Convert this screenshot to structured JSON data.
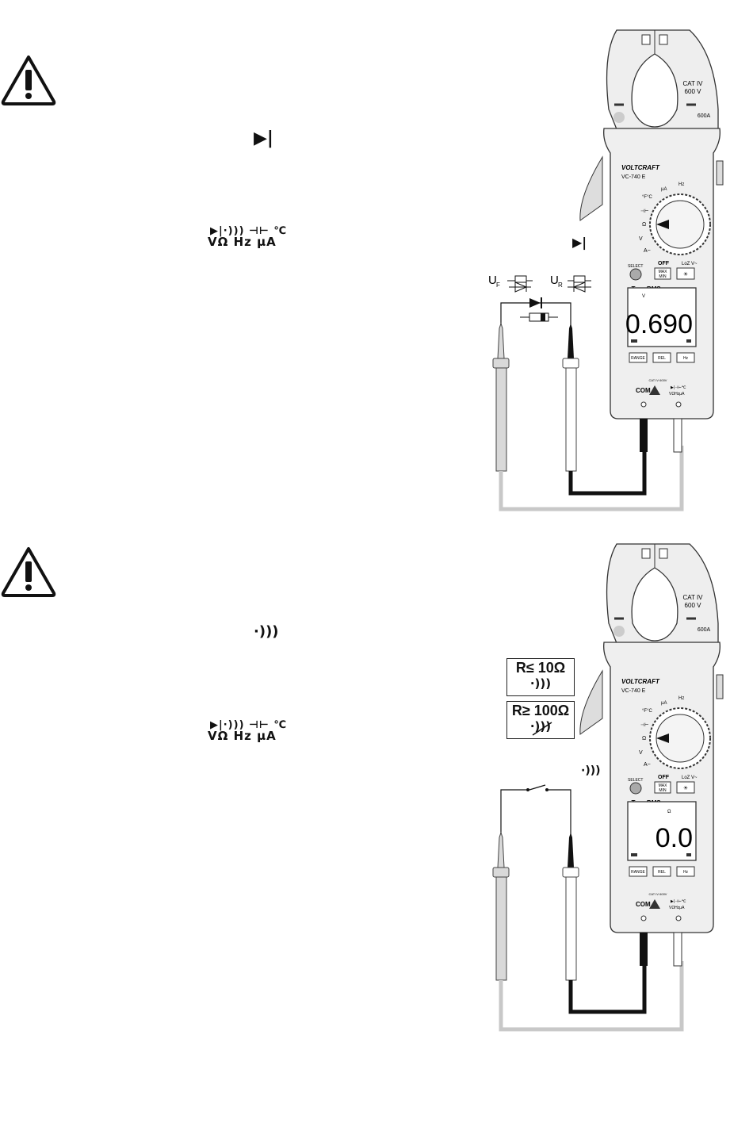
{
  "section1": {
    "diode_symbol": "▶|",
    "jack_symbols_row1": "▶|·))) ⊣⊢ ℃",
    "jack_symbols_row2": "VΩ Hz µA",
    "dial_diode_symbol": "▶|",
    "forward_label": "U",
    "forward_sub": "F",
    "reverse_label": "U",
    "reverse_sub": "R",
    "meter": {
      "cat_line1": "CAT IV",
      "cat_line2": "600 V",
      "rating": "600A",
      "brand": "VOLTCRAFT",
      "model": "VC-740 E",
      "dial_labels": {
        "ua": "µA",
        "hz": "Hz",
        "temp": "°F°C",
        "cap": "⊣⊢",
        "ohm": "Ω",
        "v": "V",
        "a": "A~",
        "off": "OFF",
        "lozv": "LoZ V~"
      },
      "select_label": "SELECT",
      "maxmin_label_1": "MAX",
      "maxmin_label_2": "MIN",
      "light_label": "☀",
      "true_rms": "True RMS",
      "display_unit": "V",
      "display_value": "0.690",
      "range_label": "RANGE",
      "rel_label": "REL",
      "hz_label": "Hz",
      "jack_cat": "CAT IV 600V",
      "com_label": "COM",
      "jack_right_row1": "▶|⊣⊢℃",
      "jack_right_row2": "VΩHzµA"
    }
  },
  "section2": {
    "continuity_symbol": "·)))",
    "jack_symbols_row1": "▶|·))) ⊣⊢ ℃",
    "jack_symbols_row2": "VΩ Hz µA",
    "dial_continuity_symbol": "·)))",
    "good_box_line1": "R≤ 10Ω",
    "good_box_line2": "·)))",
    "bad_box_line1": "R≥ 100Ω",
    "bad_box_line2": "·)))",
    "meter": {
      "cat_line1": "CAT IV",
      "cat_line2": "600 V",
      "rating": "600A",
      "brand": "VOLTCRAFT",
      "model": "VC-740 E",
      "dial_labels": {
        "ua": "µA",
        "hz": "Hz",
        "temp": "°F°C",
        "cap": "⊣⊢",
        "ohm": "Ω",
        "v": "V",
        "a": "A~",
        "off": "OFF",
        "lozv": "LoZ V~"
      },
      "select_label": "SELECT",
      "maxmin_label_1": "MAX",
      "maxmin_label_2": "MIN",
      "light_label": "☀",
      "true_rms": "True RMS",
      "display_unit": "Ω",
      "display_value": "0.0",
      "range_label": "RANGE",
      "rel_label": "REL",
      "hz_label": "Hz",
      "jack_cat": "CAT IV 600V",
      "com_label": "COM",
      "jack_right_row1": "▶|⊣⊢℃",
      "jack_right_row2": "VΩHzµA"
    }
  }
}
